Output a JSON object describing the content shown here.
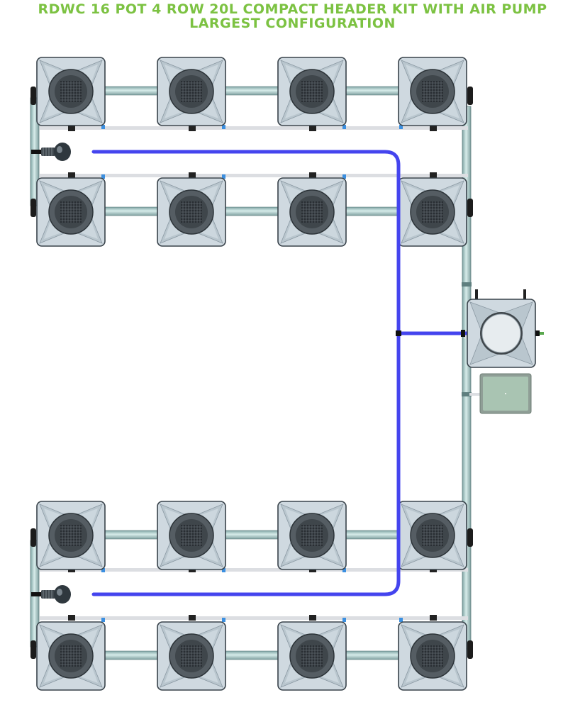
{
  "title": {
    "line1": "RDWC 16 POT 4 ROW 20L COMPACT HEADER KIT WITH AIR PUMP",
    "line2": "LARGEST CONFIGURATION"
  },
  "system": {
    "pot_count": 16,
    "row_count": 4,
    "pots_per_row": 4,
    "header_pot_count": 1,
    "air_pump_count": 1,
    "air_stone_count": 2
  },
  "colors": {
    "title": "#7cc242",
    "air_line": "#4444ee",
    "pipe": "#a8c8c8",
    "pot_body": "#c8d4dc",
    "pot_lid": "#4a5258",
    "air_pump": "#a9c4b2"
  },
  "icons": [
    "pot-icon",
    "header-pot-icon",
    "air-pump-icon",
    "air-stone-icon"
  ]
}
